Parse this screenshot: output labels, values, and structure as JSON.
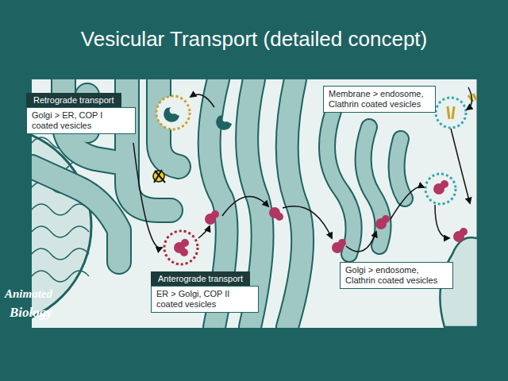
{
  "diagram": {
    "title": "Vesicular Transport (detailed concept)",
    "nodes": [
      {
        "text": [
          "Retrograde transport",
          "Golgi > ER, COP I coated vesicles"
        ]
      },
      {
        "text": [
          "Anterograde transport",
          "ER > Golgi, COP II coated vesicles"
        ]
      },
      {
        "text": [
          "Membrane > endosome, Clathrin coated vesicles"
        ]
      },
      {
        "text": [
          "Golgi > endosome, Clathrin coated vesicles"
        ]
      }
    ],
    "labels": [
      "Animated",
      "Biology"
    ]
  }
}
